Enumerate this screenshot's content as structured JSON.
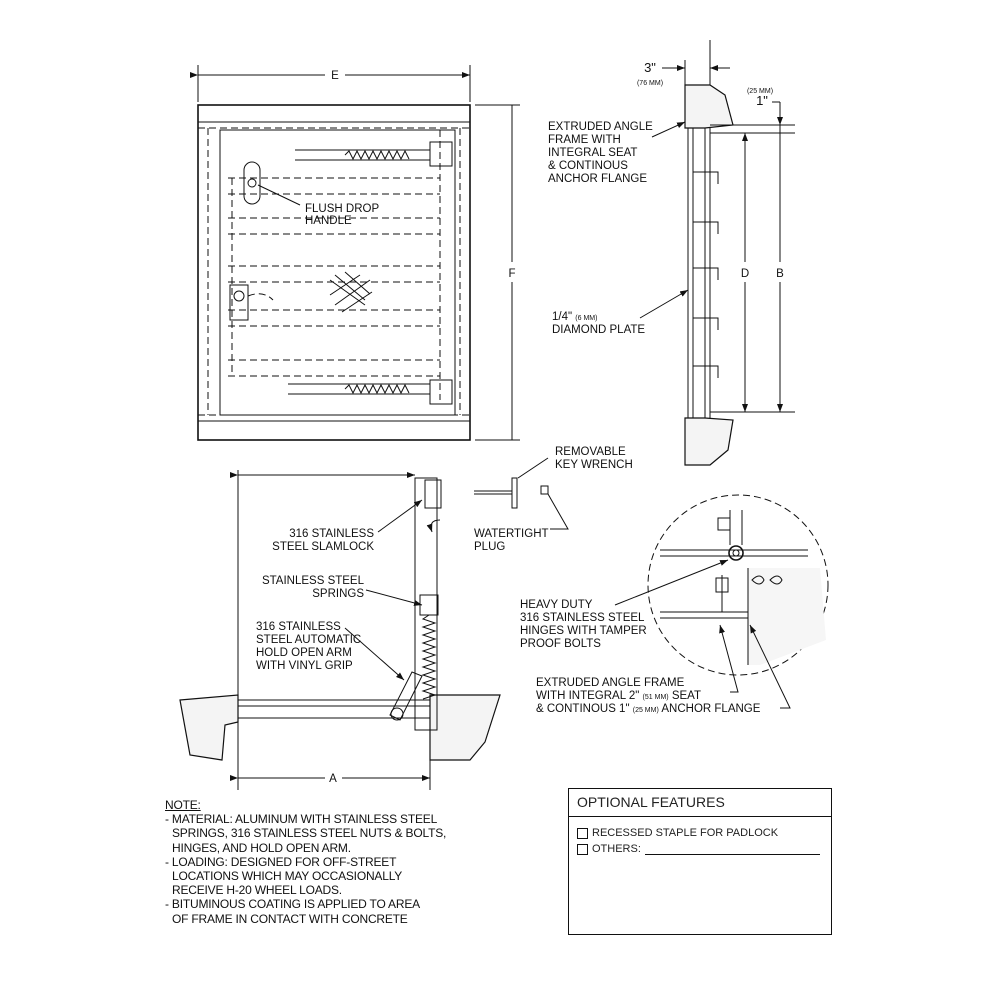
{
  "plan_view": {
    "dim_e": "E",
    "dim_f": "F",
    "handle_label": [
      "FLUSH DROP",
      "HANDLE"
    ]
  },
  "section_view": {
    "dim_3in": "3\"",
    "dim_3in_mm": "(76 MM)",
    "dim_1in": "1\"",
    "dim_1in_mm": "(25 MM)",
    "frame_label": [
      "EXTRUDED ANGLE",
      "FRAME WITH",
      "INTEGRAL SEAT",
      "& CONTINOUS",
      "ANCHOR FLANGE"
    ],
    "plate_label_a": "1/4\"",
    "plate_label_mm": "(6 MM)",
    "plate_label_b": "DIAMOND PLATE",
    "dim_d": "D",
    "dim_b": "B"
  },
  "open_view": {
    "slamlock_label": [
      "316 STAINLESS",
      "STEEL SLAMLOCK"
    ],
    "springs_label": [
      "STAINLESS STEEL",
      "SPRINGS"
    ],
    "arm_label": [
      "316 STAINLESS",
      "STEEL AUTOMATIC",
      "HOLD OPEN ARM",
      "WITH VINYL GRIP"
    ],
    "dim_a": "A",
    "wrench_label": [
      "REMOVABLE",
      "KEY WRENCH"
    ],
    "plug_label": [
      "WATERTIGHT",
      "PLUG"
    ]
  },
  "detail_view": {
    "hinge_label": [
      "HEAVY DUTY",
      "316 STAINLESS STEEL",
      "HINGES WITH TAMPER",
      "PROOF BOLTS"
    ],
    "frame_label_1a": "EXTRUDED ANGLE FRAME",
    "frame_label_2a": "WITH INTEGRAL 2\"",
    "frame_label_2mm": "(51 MM)",
    "frame_label_2b": "SEAT",
    "frame_label_3a": "& CONTINOUS 1\"",
    "frame_label_3mm": "(25 MM)",
    "frame_label_3b": "ANCHOR FLANGE"
  },
  "notes": {
    "title": "NOTE:",
    "lines": [
      "- MATERIAL: ALUMINUM WITH STAINLESS STEEL",
      "SPRINGS, 316 STAINLESS STEEL NUTS & BOLTS,",
      "HINGES, AND HOLD OPEN ARM.",
      "- LOADING: DESIGNED FOR OFF-STREET",
      "LOCATIONS WHICH MAY OCCASIONALLY",
      "RECEIVE H-20 WHEEL LOADS.",
      "- BITUMINOUS COATING IS APPLIED TO AREA",
      "OF FRAME IN CONTACT WITH CONCRETE"
    ]
  },
  "optional_features": {
    "title": "OPTIONAL FEATURES",
    "options": [
      "RECESSED STAPLE FOR PADLOCK",
      "OTHERS:"
    ]
  }
}
